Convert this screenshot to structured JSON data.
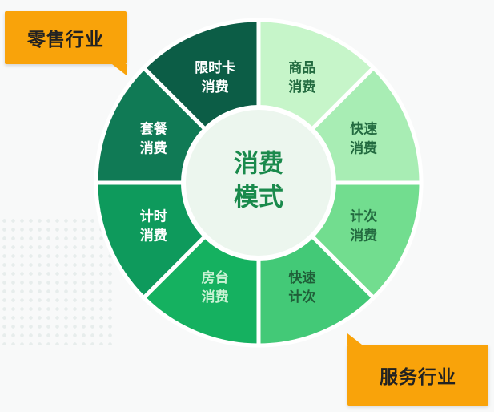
{
  "center": {
    "line1": "消费",
    "line2": "模式",
    "color": "#1a8a4c",
    "fill": "#ecf6ee"
  },
  "segments": [
    {
      "line1": "商品",
      "line2": "消费",
      "fill": "#c6f5c9",
      "text_color": "#236b40"
    },
    {
      "line1": "快速",
      "line2": "消费",
      "fill": "#a8edb4",
      "text_color": "#236b40"
    },
    {
      "line1": "计次",
      "line2": "消费",
      "fill": "#72dd8f",
      "text_color": "#236b40"
    },
    {
      "line1": "快速",
      "line2": "计次",
      "fill": "#43c977",
      "text_color": "#1f5e38"
    },
    {
      "line1": "房台",
      "line2": "消费",
      "fill": "#15b160",
      "text_color": "#c9f2d4"
    },
    {
      "line1": "计时",
      "line2": "消费",
      "fill": "#0e9a5c",
      "text_color": "#ffffff"
    },
    {
      "line1": "套餐",
      "line2": "消费",
      "fill": "#107a55",
      "text_color": "#ffffff"
    },
    {
      "line1": "限时卡",
      "line2": "消费",
      "fill": "#0c5d46",
      "text_color": "#ffffff"
    }
  ],
  "tags": {
    "retail": "零售行业",
    "service": "服务行业"
  },
  "ring_color": "#b9ddd0"
}
